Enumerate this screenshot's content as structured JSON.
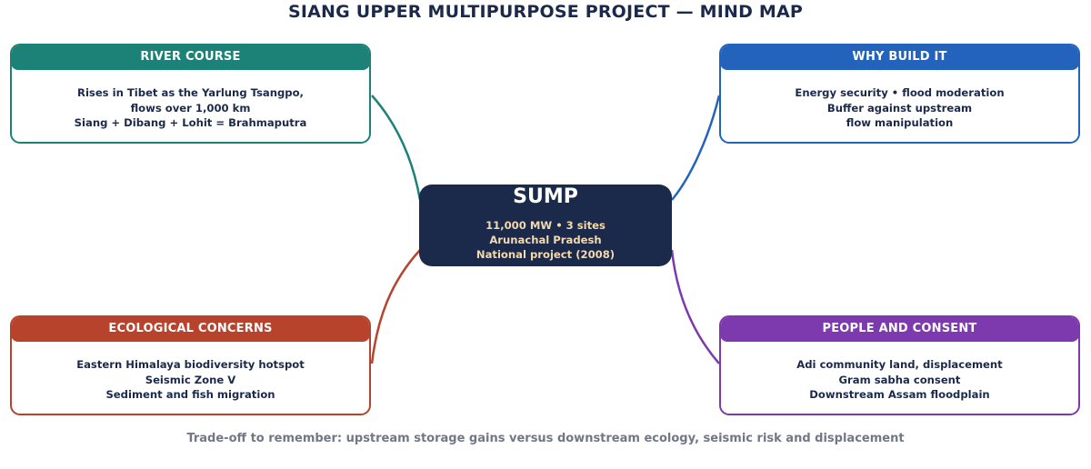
{
  "title": "SIANG UPPER MULTIPURPOSE PROJECT — MIND MAP",
  "center": {
    "title": "SUMP",
    "lines": [
      "11,000 MW • 3 sites",
      "Arunachal Pradesh",
      "National project (2008)"
    ]
  },
  "nodes": {
    "river": {
      "header": "RIVER COURSE",
      "color": "#1c8176",
      "lines": [
        "Rises in Tibet as the Yarlung Tsangpo,",
        "flows over 1,000 km",
        "Siang + Dibang + Lohit = Brahmaputra"
      ]
    },
    "why": {
      "header": "WHY BUILD IT",
      "color": "#2463bb",
      "lines": [
        "Energy security • flood moderation",
        "Buffer against upstream",
        "flow manipulation"
      ]
    },
    "eco": {
      "header": "ECOLOGICAL CONCERNS",
      "color": "#b8432d",
      "lines": [
        "Eastern Himalaya biodiversity hotspot",
        "Seismic Zone V",
        "Sediment and fish migration"
      ]
    },
    "people": {
      "header": "PEOPLE AND CONSENT",
      "color": "#7c3aae",
      "lines": [
        "Adi community land, displacement",
        "Gram sabha consent",
        "Downstream Assam floodplain"
      ]
    }
  },
  "footer": "Trade-off to remember: upstream storage gains versus downstream ecology, seismic risk and displacement"
}
